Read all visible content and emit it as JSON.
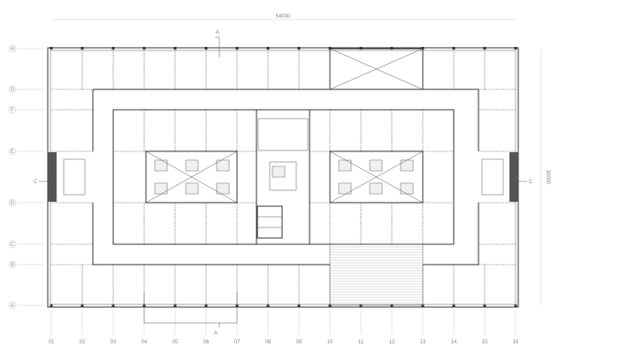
{
  "dimensions": {
    "width": "54000",
    "height": "30000"
  },
  "grid_rows": [
    "H",
    "G",
    "F",
    "E",
    "D",
    "C",
    "B",
    "A"
  ],
  "grid_columns": [
    "01",
    "02",
    "03",
    "04",
    "05",
    "06",
    "07",
    "08",
    "09",
    "10",
    "11",
    "12",
    "13",
    "14",
    "15",
    "16"
  ],
  "section_markers": {
    "a_top": "A",
    "a_bottom": "A",
    "c_left": "C",
    "c_right": "C"
  }
}
